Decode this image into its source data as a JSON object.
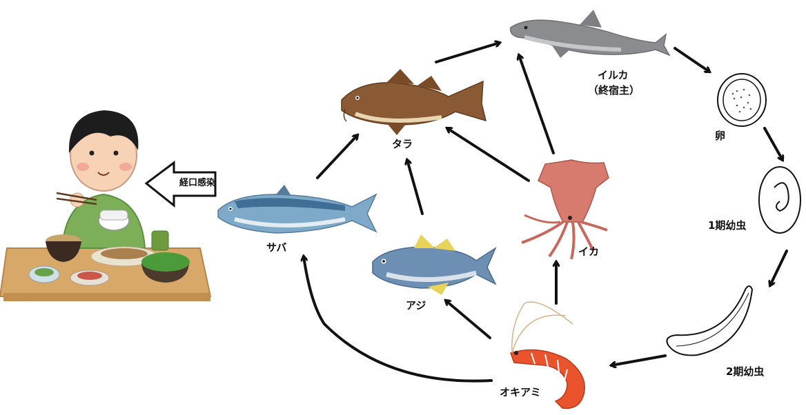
{
  "labels": {
    "dolphin": "イルカ",
    "definitive_host": "（終宿主）",
    "egg": "卵",
    "larva1": "1期幼虫",
    "larva2": "2期幼虫",
    "krill": "オキアミ",
    "squid": "イカ",
    "horse_mackerel": "アジ",
    "mackerel": "サバ",
    "cod": "タラ",
    "infection": "経口感染"
  },
  "colors": {
    "arrow": "#111111",
    "dolphin": "#8a8c90",
    "cod": "#8a5a34",
    "mackerel": "#7fa9c9",
    "horse_mackerel": "#6d8fb4",
    "squid": "#d77b6e",
    "shrimp": "#e9542c",
    "table": "#d8a868",
    "shirt": "#7caf58",
    "hair": "#1d1d1d",
    "skin": "#f7d2b4"
  }
}
